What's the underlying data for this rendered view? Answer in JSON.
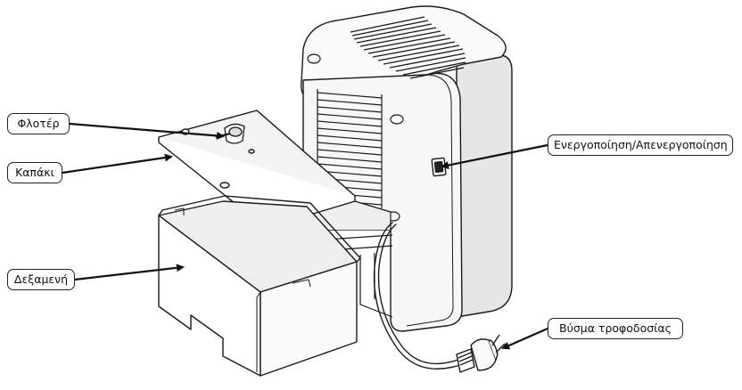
{
  "labels": {
    "float": "Φλοτέρ",
    "lid": "Καπάκι",
    "tank": "Δεξαμενή",
    "power_switch": "Ενεργοποίηση/Απενεργοποίηση",
    "power_plug": "Βύσμα τροφοδοσίας"
  },
  "colors": {
    "outline": "#1a1a1a",
    "shade": "#e6e6e6",
    "panel": "#f4f4f4"
  }
}
